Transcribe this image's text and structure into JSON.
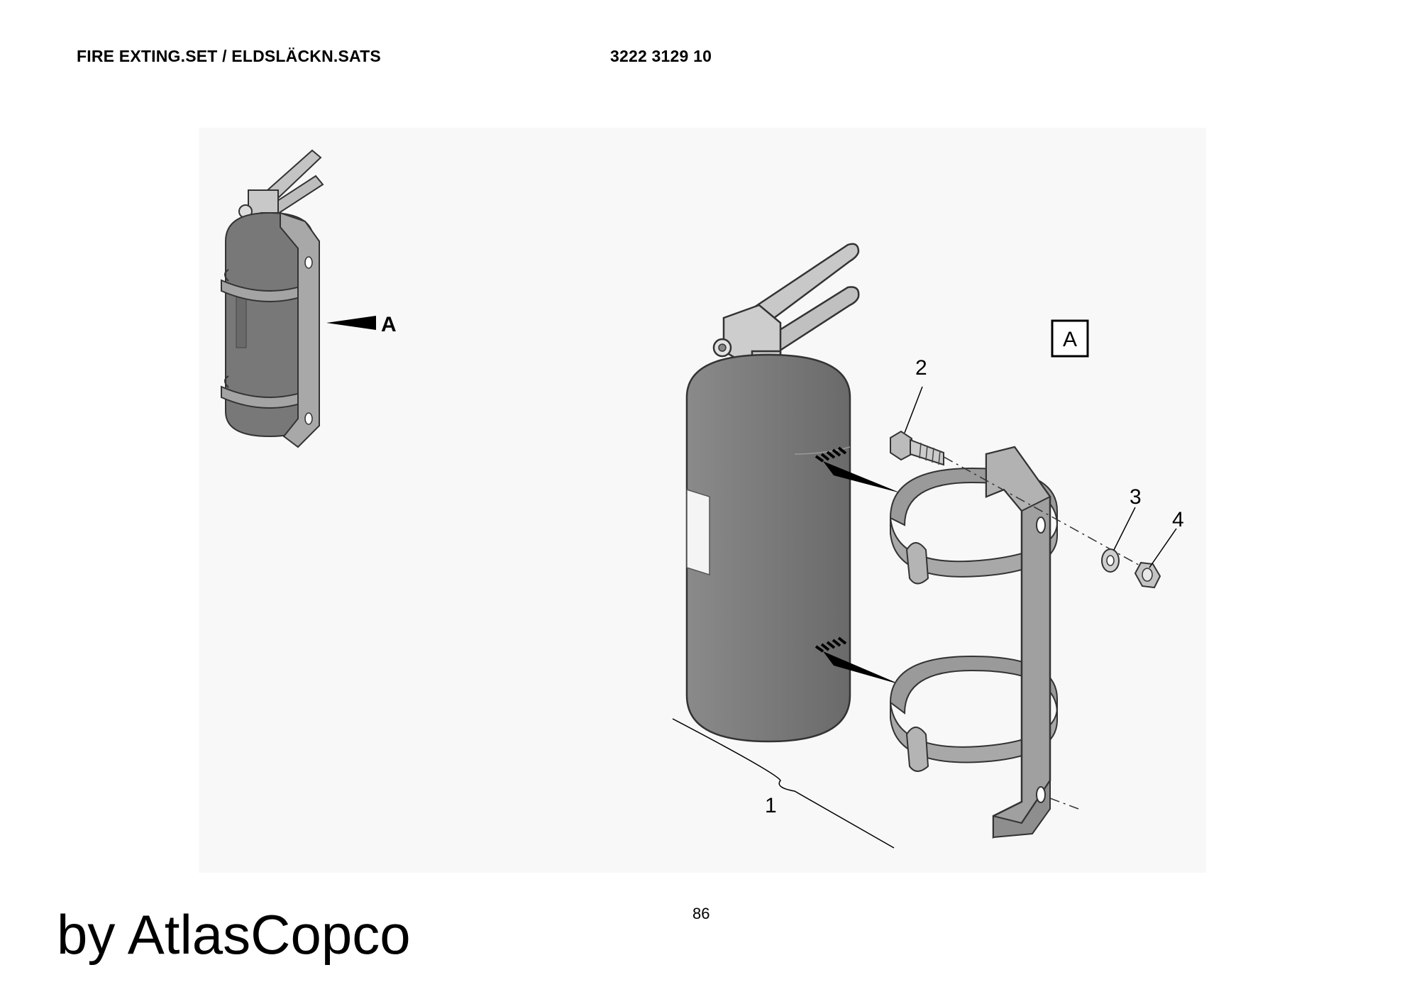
{
  "header": {
    "title": "FIRE EXTING.SET / ELDSLÄCKN.SATS",
    "part_number": "3222 3129 10"
  },
  "drawing": {
    "view_marker": "A",
    "view_label": "A",
    "callouts": {
      "extinguisher": "1",
      "bolt": "2",
      "washer": "3",
      "nut": "4"
    }
  },
  "footer": {
    "page_number": "86",
    "brand": "by AtlasCopco"
  }
}
